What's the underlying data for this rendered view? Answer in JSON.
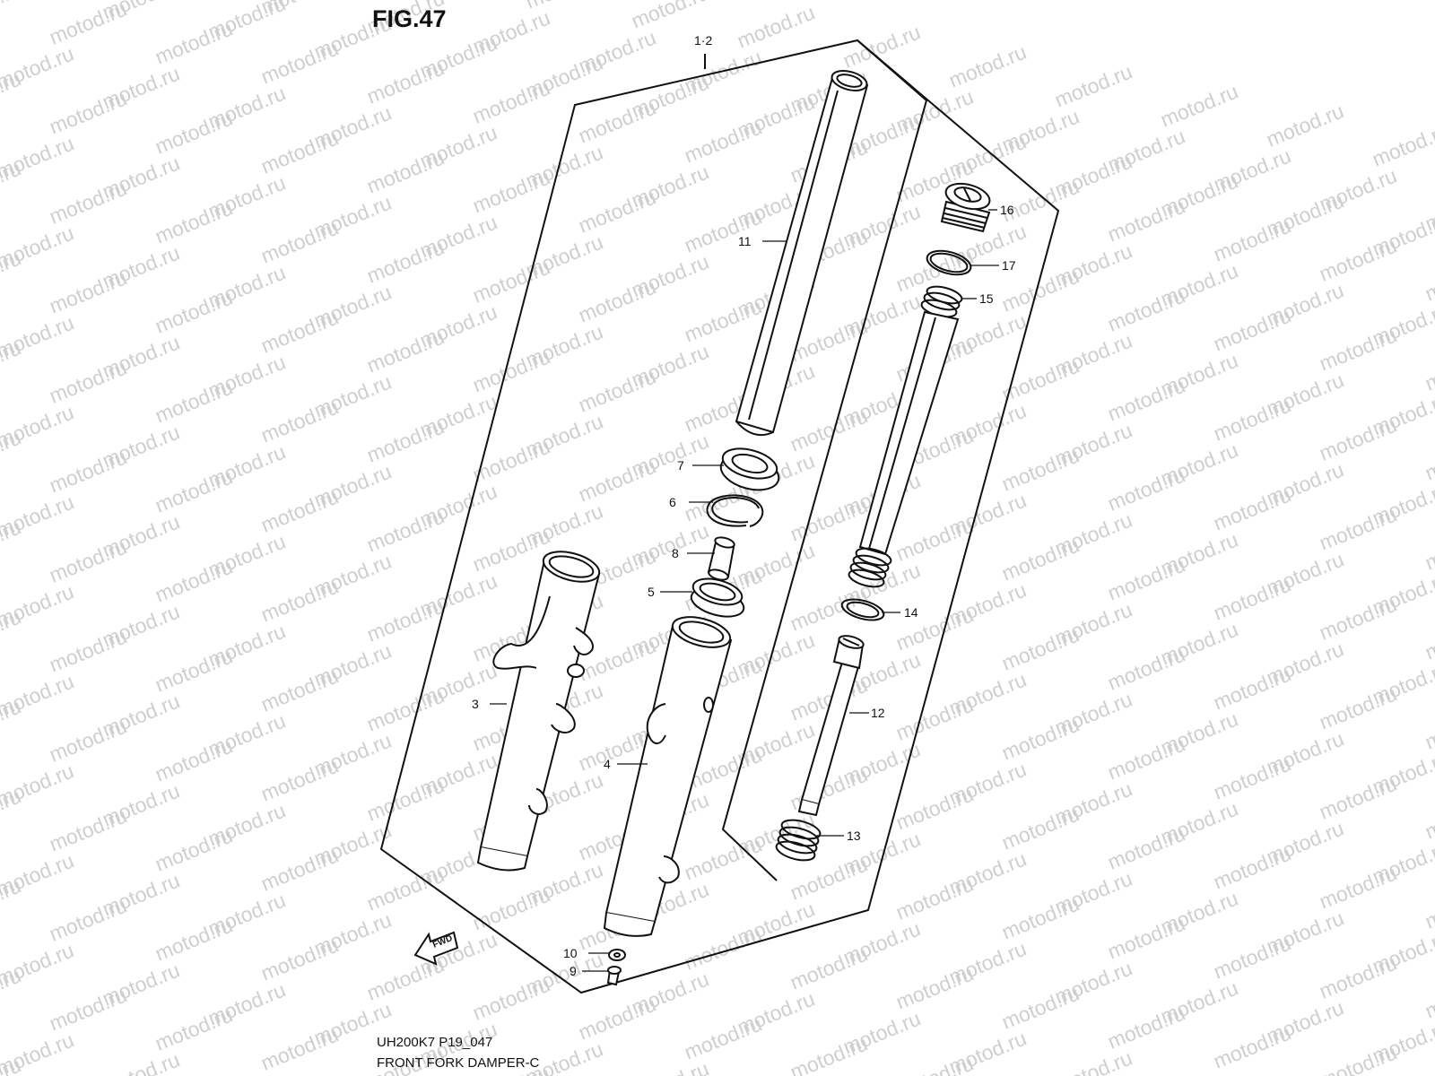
{
  "figure": {
    "title": "FIG.47",
    "code": "UH200K7 P19_047",
    "caption": "FRONT FORK DAMPER-C"
  },
  "watermark": {
    "text": "motod.ru",
    "color": "#cfcfcf"
  },
  "fwd_label": "FWD",
  "parts": [
    {
      "id": "assy",
      "label": "1·2"
    },
    {
      "id": "p3",
      "label": "3"
    },
    {
      "id": "p4",
      "label": "4"
    },
    {
      "id": "p5",
      "label": "5"
    },
    {
      "id": "p6",
      "label": "6"
    },
    {
      "id": "p7",
      "label": "7"
    },
    {
      "id": "p8",
      "label": "8"
    },
    {
      "id": "p9",
      "label": "9"
    },
    {
      "id": "p10",
      "label": "10"
    },
    {
      "id": "p11",
      "label": "11"
    },
    {
      "id": "p12",
      "label": "12"
    },
    {
      "id": "p13",
      "label": "13"
    },
    {
      "id": "p14",
      "label": "14"
    },
    {
      "id": "p15",
      "label": "15"
    },
    {
      "id": "p16",
      "label": "16"
    },
    {
      "id": "p17",
      "label": "17"
    }
  ]
}
